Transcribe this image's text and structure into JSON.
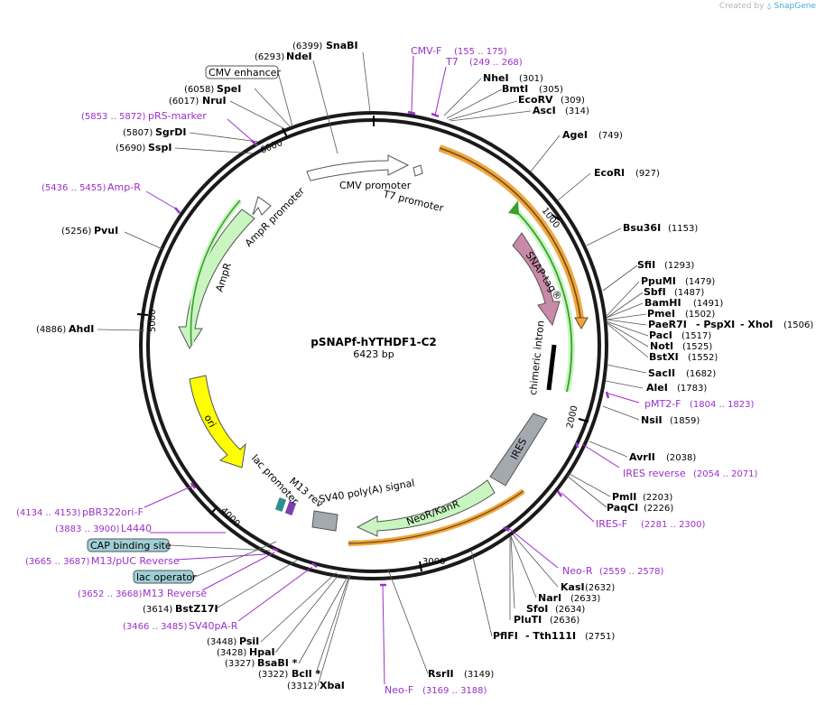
{
  "credit": {
    "prefix": "Created by",
    "brand": "SnapGene"
  },
  "plasmid": {
    "name": "pSNAPf-hYTHDF1-C2",
    "size_label": "6423 bp",
    "length": 6423
  },
  "colors": {
    "backbone": "#1a1a1a",
    "primer": "#9b2fc9",
    "cds_orange": "#f0a640",
    "cds_green": "#3aa02c",
    "snap": "#c98aa8",
    "ampr": "#c8f5c0",
    "ori": "#ffff00",
    "ires": "#a3a9af",
    "neor": "#c8f5c0",
    "promoter": "#ffffff",
    "sv40": "#a3a9af",
    "boxed_feature": "#9fcfd6"
  },
  "ticks": [
    "1000",
    "2000",
    "3000",
    "4000",
    "5000",
    "6000"
  ],
  "sites": [
    {
      "name": "SnaBI",
      "pos": "(6399)"
    },
    {
      "name": "NdeI",
      "pos": "(6293)"
    },
    {
      "name": "SpeI",
      "pos": "(6058)"
    },
    {
      "name": "NruI",
      "pos": "(6017)"
    },
    {
      "name": "SgrDI",
      "pos": "(5807)"
    },
    {
      "name": "SspI",
      "pos": "(5690)"
    },
    {
      "name": "PvuI",
      "pos": "(5256)"
    },
    {
      "name": "AhdI",
      "pos": "(4886)"
    },
    {
      "name": "NheI",
      "pos": "(301)"
    },
    {
      "name": "BmtI",
      "pos": "(305)"
    },
    {
      "name": "EcoRV",
      "pos": "(309)"
    },
    {
      "name": "AscI",
      "pos": "(314)"
    },
    {
      "name": "AgeI",
      "pos": "(749)"
    },
    {
      "name": "EcoRI",
      "pos": "(927)"
    },
    {
      "name": "Bsu36I",
      "pos": "(1153)"
    },
    {
      "name": "SfiI",
      "pos": "(1293)"
    },
    {
      "name": "PpuMI",
      "pos": "(1479)"
    },
    {
      "name": "SbfI",
      "pos": "(1487)"
    },
    {
      "name": "BamHI",
      "pos": "(1491)"
    },
    {
      "name": "PmeI",
      "pos": "(1502)"
    },
    {
      "name": "PaeR7I",
      "pos": ""
    },
    {
      "name": "- PspXI",
      "pos": ""
    },
    {
      "name": "- XhoI",
      "pos": "(1506)"
    },
    {
      "name": "PacI",
      "pos": "(1517)"
    },
    {
      "name": "NotI",
      "pos": "(1525)"
    },
    {
      "name": "BstXI",
      "pos": "(1552)"
    },
    {
      "name": "SacII",
      "pos": "(1682)"
    },
    {
      "name": "AleI",
      "pos": "(1783)"
    },
    {
      "name": "NsiI",
      "pos": "(1859)"
    },
    {
      "name": "AvrII",
      "pos": "(2038)"
    },
    {
      "name": "PmlI",
      "pos": "(2203)"
    },
    {
      "name": "PaqCI",
      "pos": "(2226)"
    },
    {
      "name": "KasI",
      "pos": "(2632)"
    },
    {
      "name": "NarI",
      "pos": "(2633)"
    },
    {
      "name": "SfoI",
      "pos": "(2634)"
    },
    {
      "name": "PluTI",
      "pos": "(2636)"
    },
    {
      "name": "PflFI",
      "pos": ""
    },
    {
      "name": "- Tth111I",
      "pos": "(2751)"
    },
    {
      "name": "RsrII",
      "pos": "(3149)"
    },
    {
      "name": "XbaI",
      "pos": "(3312)"
    },
    {
      "name": "BclI  *",
      "pos": "(3322)"
    },
    {
      "name": "BsaBI  *",
      "pos": "(3327)"
    },
    {
      "name": "HpaI",
      "pos": "(3428)"
    },
    {
      "name": "PsiI",
      "pos": "(3448)"
    },
    {
      "name": "BstZ17I",
      "pos": "(3614)"
    }
  ],
  "primers": [
    {
      "name": "CMV-F",
      "pos": "(155 .. 175)"
    },
    {
      "name": "T7",
      "pos": "(249 .. 268)"
    },
    {
      "name": "pRS-marker",
      "pos": "(5853 .. 5872)"
    },
    {
      "name": "Amp-R",
      "pos": "(5436 .. 5455)"
    },
    {
      "name": "pMT2-F",
      "pos": "(1804 .. 1823)"
    },
    {
      "name": "IRES reverse",
      "pos": "(2054 .. 2071)"
    },
    {
      "name": "IRES-F",
      "pos": "(2281 .. 2300)"
    },
    {
      "name": "Neo-R",
      "pos": "(2559 .. 2578)"
    },
    {
      "name": "Neo-F",
      "pos": "(3169 .. 3188)"
    },
    {
      "name": "pBR322ori-F",
      "pos": "(4134 .. 4153)"
    },
    {
      "name": "L4440",
      "pos": "(3883 .. 3900)"
    },
    {
      "name": "M13/pUC Reverse",
      "pos": "(3665 .. 3687)"
    },
    {
      "name": "M13 Reverse",
      "pos": "(3652 .. 3668)"
    },
    {
      "name": "SV40pA-R",
      "pos": "(3466 .. 3485)"
    }
  ],
  "boxed_features": [
    "CMV enhancer",
    "CAP binding site",
    "lac operator"
  ],
  "features": [
    "CMV promoter",
    "T7 promoter",
    "SNAP-tag®",
    "chimeric intron",
    "IRES",
    "NeoR/KanR",
    "SV40 poly(A) signal",
    "M13 rev",
    "lac promoter",
    "ori",
    "AmpR",
    "AmpR promoter"
  ]
}
